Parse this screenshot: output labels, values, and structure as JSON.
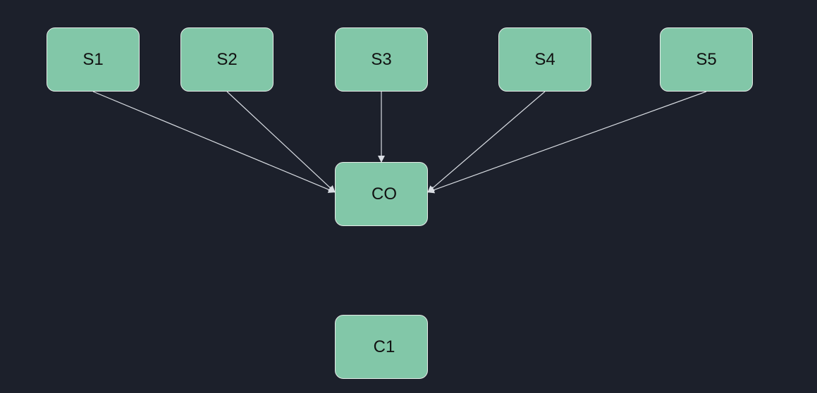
{
  "diagram": {
    "colors": {
      "background": "#1c202b",
      "node_fill": "#82c7a8",
      "node_border": "#e6ebe8",
      "edge": "#d9dde3",
      "text": "#111111"
    },
    "nodes": [
      {
        "id": "s1",
        "label": "S1"
      },
      {
        "id": "s2",
        "label": "S2"
      },
      {
        "id": "s3",
        "label": "S3"
      },
      {
        "id": "s4",
        "label": "S4"
      },
      {
        "id": "s5",
        "label": "S5"
      },
      {
        "id": "co",
        "label": "CO"
      },
      {
        "id": "c1",
        "label": "C1"
      }
    ],
    "edges": [
      {
        "from": "s1",
        "to": "co"
      },
      {
        "from": "s2",
        "to": "co"
      },
      {
        "from": "s3",
        "to": "co"
      },
      {
        "from": "s4",
        "to": "co"
      },
      {
        "from": "s5",
        "to": "co"
      }
    ]
  }
}
